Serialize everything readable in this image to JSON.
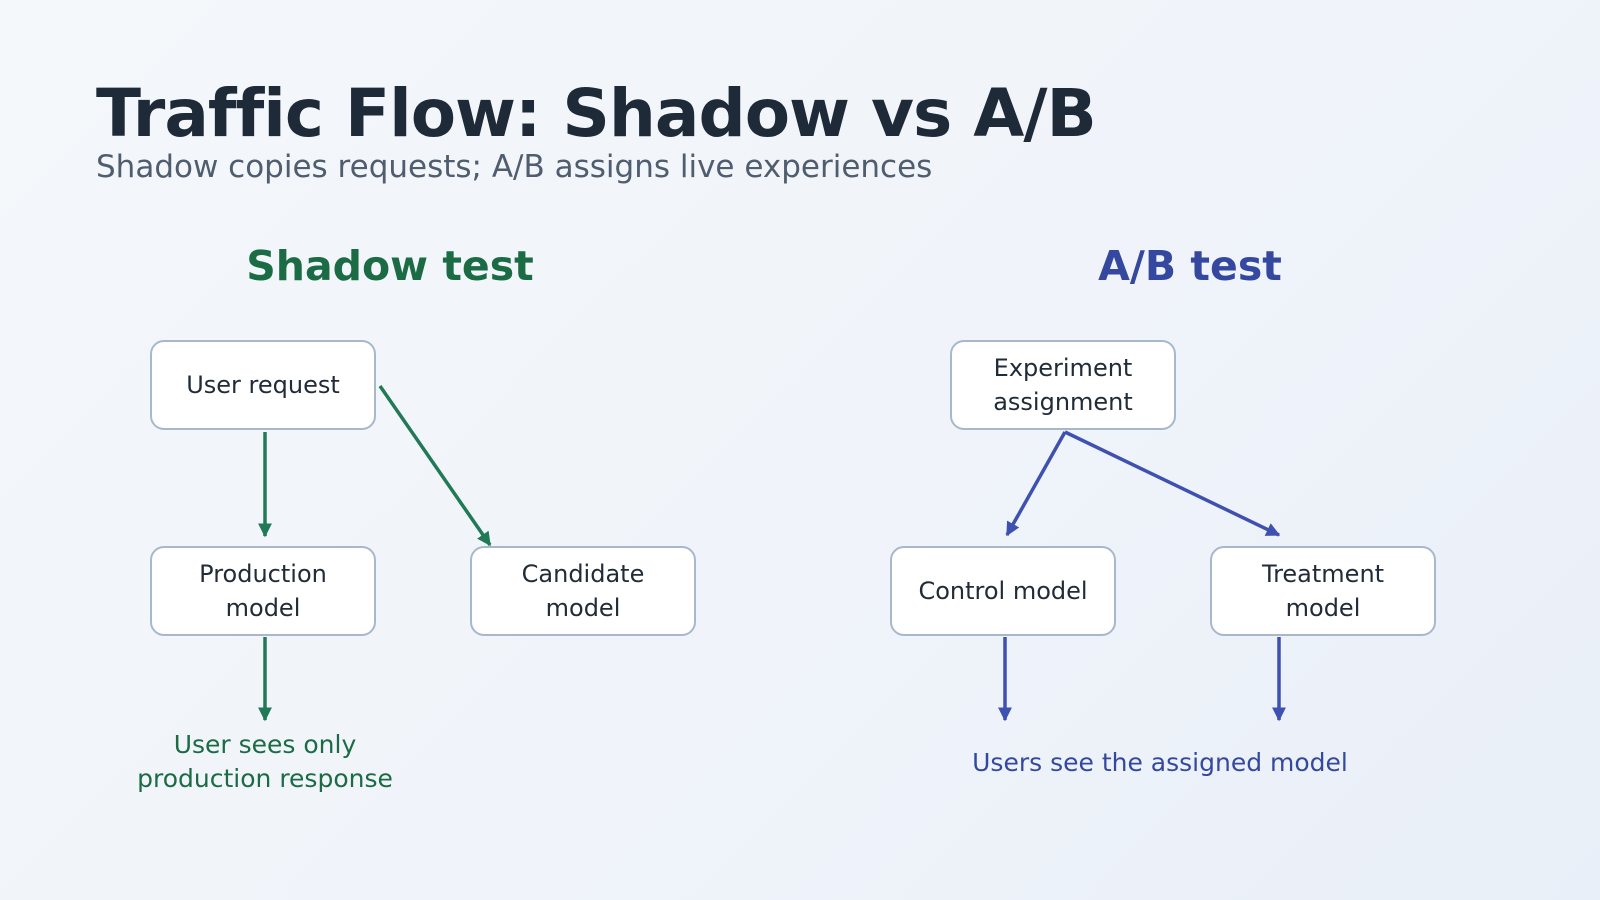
{
  "slide": {
    "title": "Traffic Flow: Shadow vs A/B",
    "subtitle": "Shadow copies requests; A/B assigns live experiences"
  },
  "shadow": {
    "heading": "Shadow test",
    "color": "#217a55",
    "nodes": {
      "user_request": "User request",
      "production_model": "Production\nmodel",
      "candidate_model": "Candidate\nmodel"
    },
    "note": "User sees only\nproduction response"
  },
  "ab": {
    "heading": "A/B test",
    "color": "#3f51b0",
    "nodes": {
      "experiment_assignment": "Experiment\nassignment",
      "control_model": "Control model",
      "treatment_model": "Treatment\nmodel"
    },
    "note": "Users see the assigned model"
  },
  "box_border_color": "#a8b8cc"
}
